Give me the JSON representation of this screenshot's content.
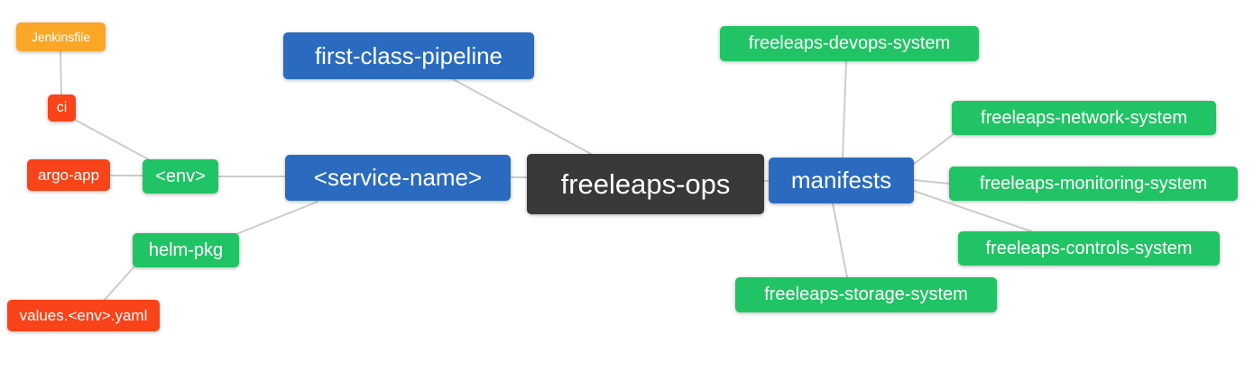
{
  "diagram": {
    "type": "mindmap",
    "title": "freeleaps-ops repository structure mind map",
    "root_label": "freeleaps-ops",
    "canvas_background": "#FFFFFF",
    "edge_color": "#CCCCCC",
    "palette": {
      "root": "#3B3838",
      "branch_blue": "#2A6BC0",
      "sub_green": "#20C464",
      "leaf_red": "#F94318",
      "leaf_orange": "#FAA728"
    },
    "nodes": [
      {
        "id": "jenkinsfile",
        "label": "Jenkinsfile",
        "color": "#FAA728"
      },
      {
        "id": "ci",
        "label": "ci",
        "color": "#F94318"
      },
      {
        "id": "argo-app",
        "label": "argo-app",
        "color": "#F94318"
      },
      {
        "id": "env",
        "label": "<env>",
        "color": "#20C464"
      },
      {
        "id": "helm-pkg",
        "label": "helm-pkg",
        "color": "#20C464"
      },
      {
        "id": "values-env-yaml",
        "label": "values.<env>.yaml",
        "color": "#F94318"
      },
      {
        "id": "first-class-pipeline",
        "label": "first-class-pipeline",
        "color": "#2A6BC0"
      },
      {
        "id": "service-name",
        "label": "<service-name>",
        "color": "#2A6BC0"
      },
      {
        "id": "freeleaps-ops",
        "label": "freeleaps-ops",
        "color": "#3B3838"
      },
      {
        "id": "manifests",
        "label": "manifests",
        "color": "#2A6BC0"
      },
      {
        "id": "freeleaps-devops-system",
        "label": "freeleaps-devops-system",
        "color": "#20C464"
      },
      {
        "id": "freeleaps-network-system",
        "label": "freeleaps-network-system",
        "color": "#20C464"
      },
      {
        "id": "freeleaps-monitoring-system",
        "label": "freeleaps-monitoring-system",
        "color": "#20C464"
      },
      {
        "id": "freeleaps-controls-system",
        "label": "freeleaps-controls-system",
        "color": "#20C464"
      },
      {
        "id": "freeleaps-storage-system",
        "label": "freeleaps-storage-system",
        "color": "#20C464"
      }
    ],
    "edges": [
      {
        "from": "Jenkinsfile",
        "to": "ci"
      },
      {
        "from": "ci",
        "to": "<env>"
      },
      {
        "from": "argo-app",
        "to": "<env>"
      },
      {
        "from": "<env>",
        "to": "<service-name>"
      },
      {
        "from": "helm-pkg",
        "to": "<service-name>"
      },
      {
        "from": "values.<env>.yaml",
        "to": "helm-pkg"
      },
      {
        "from": "first-class-pipeline",
        "to": "freeleaps-ops"
      },
      {
        "from": "<service-name>",
        "to": "freeleaps-ops"
      },
      {
        "from": "freeleaps-ops",
        "to": "manifests"
      },
      {
        "from": "manifests",
        "to": "freeleaps-devops-system"
      },
      {
        "from": "manifests",
        "to": "freeleaps-network-system"
      },
      {
        "from": "manifests",
        "to": "freeleaps-monitoring-system"
      },
      {
        "from": "manifests",
        "to": "freeleaps-controls-system"
      },
      {
        "from": "manifests",
        "to": "freeleaps-storage-system"
      }
    ]
  }
}
